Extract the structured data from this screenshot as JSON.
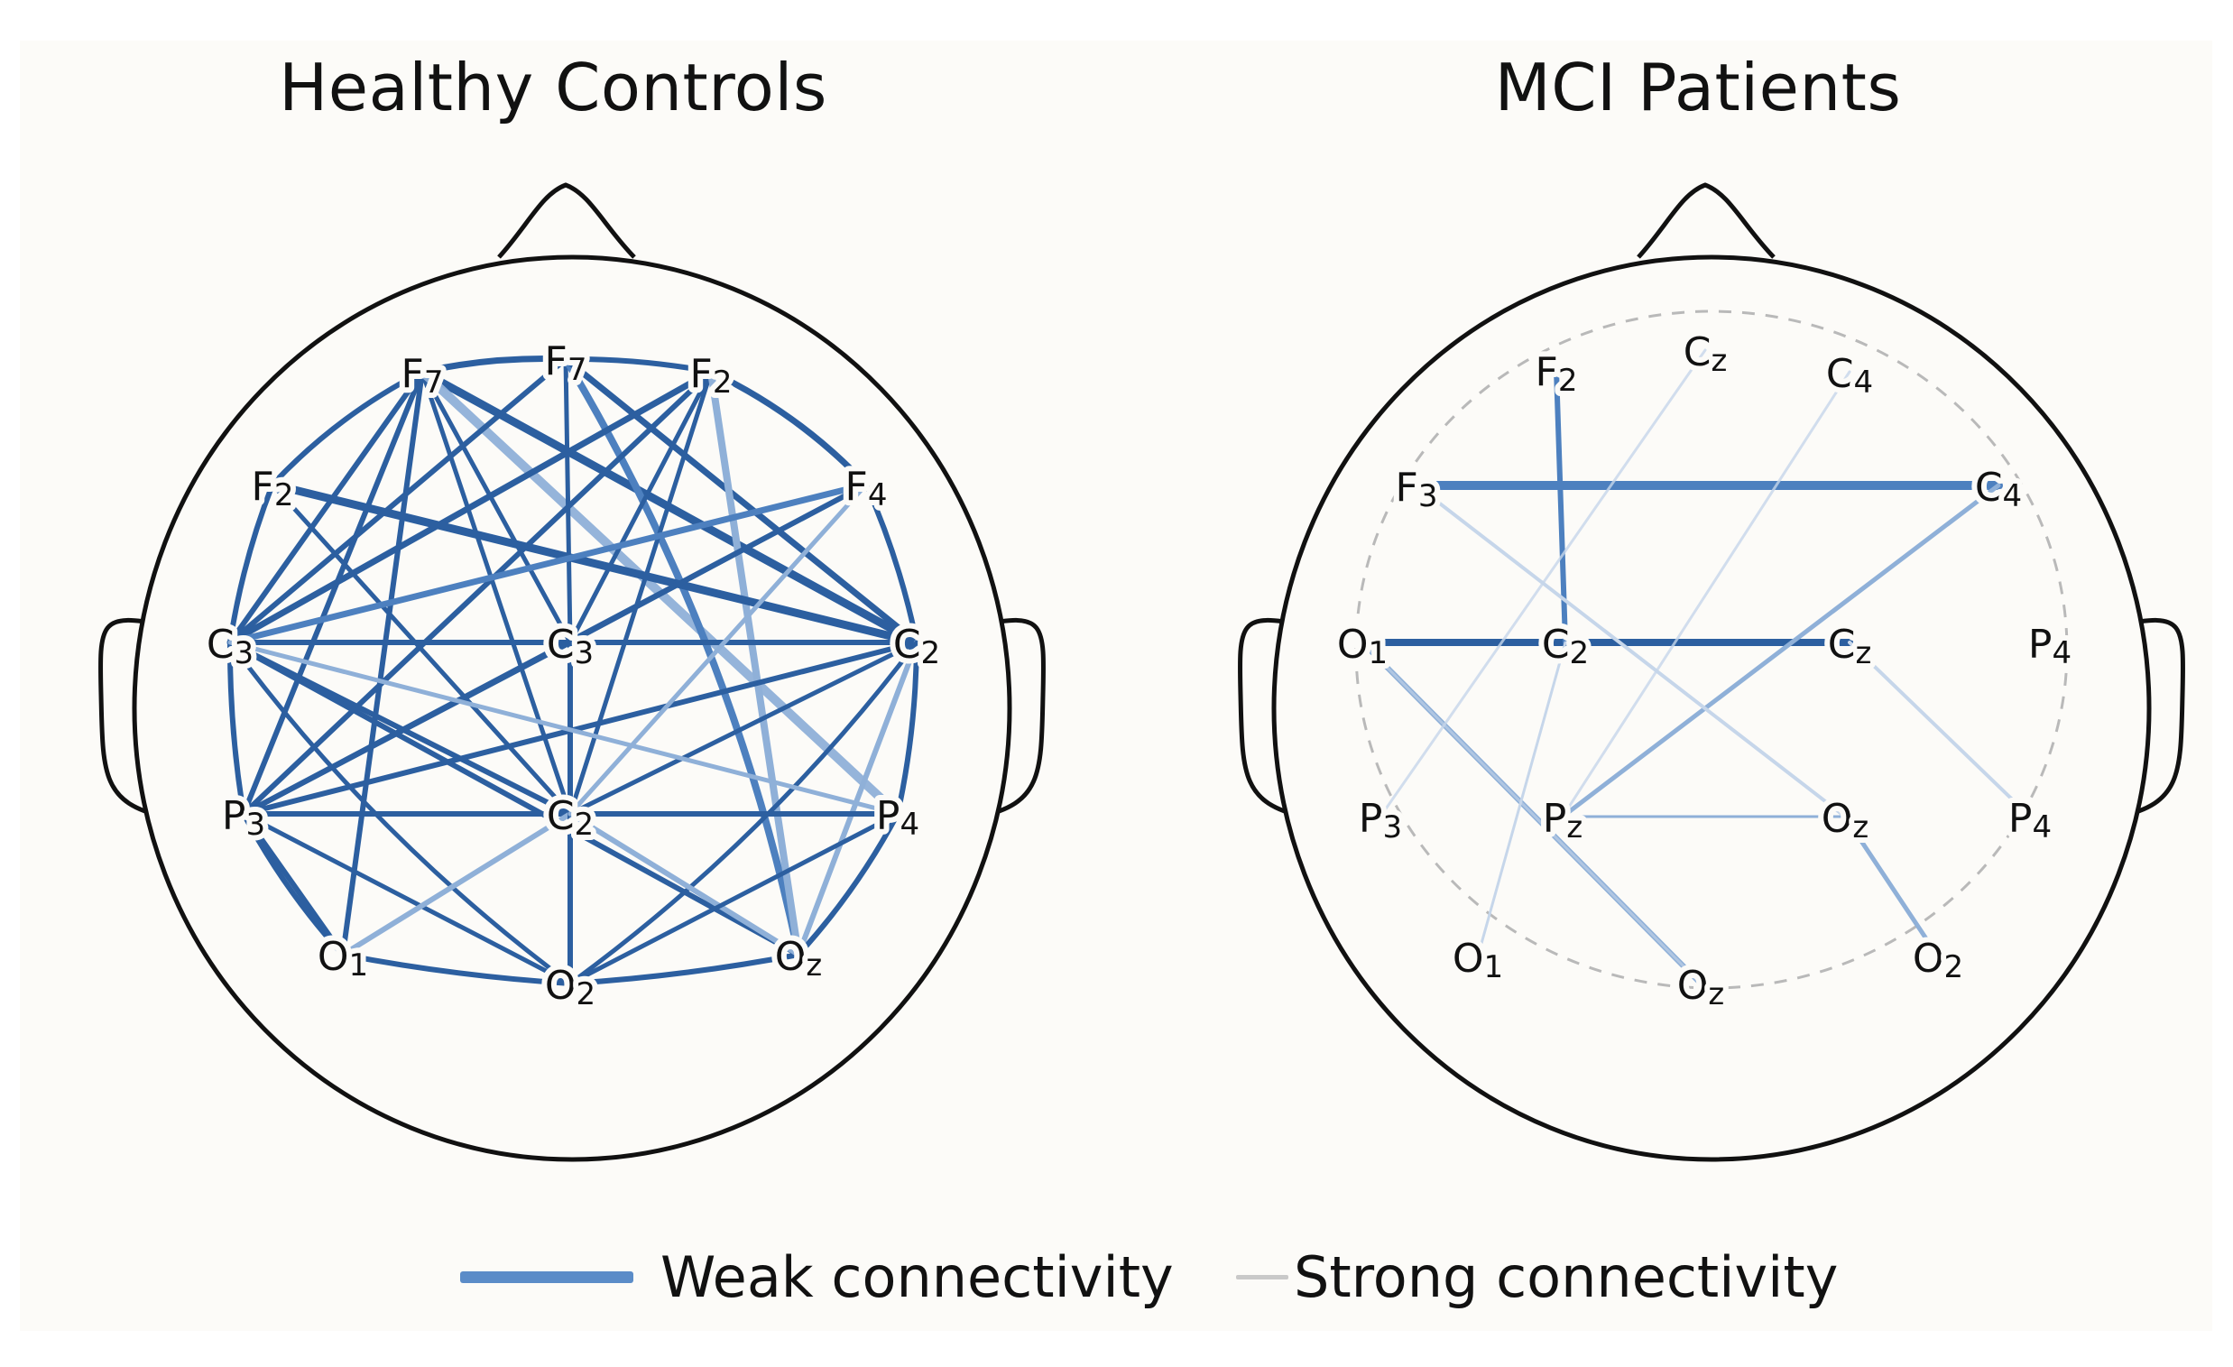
{
  "panels": {
    "left": {
      "title": "Healthy Controls",
      "electrodes": {
        "fa": {
          "name": "F",
          "sub": "7"
        },
        "fb": {
          "name": "F",
          "sub": "7"
        },
        "fc": {
          "name": "F",
          "sub": "2"
        },
        "fd": {
          "name": "F",
          "sub": "2"
        },
        "fe": {
          "name": "F",
          "sub": "4"
        },
        "ca": {
          "name": "C",
          "sub": "3"
        },
        "cb": {
          "name": "C",
          "sub": "3"
        },
        "cc": {
          "name": "C",
          "sub": "2"
        },
        "pa": {
          "name": "P",
          "sub": "3"
        },
        "pb": {
          "name": "C",
          "sub": "2"
        },
        "pc": {
          "name": "P",
          "sub": "4"
        },
        "oa": {
          "name": "O",
          "sub": "1"
        },
        "ob": {
          "name": "O",
          "sub": "2"
        },
        "oc": {
          "name": "O",
          "sub": "z"
        }
      }
    },
    "right": {
      "title": "MCI Patients",
      "electrodes": {
        "fa": {
          "name": "F",
          "sub": "2"
        },
        "fb": {
          "name": "C",
          "sub": "z"
        },
        "fc": {
          "name": "C",
          "sub": "4"
        },
        "ma": {
          "name": "F",
          "sub": "3"
        },
        "mb": {
          "name": "C",
          "sub": "4"
        },
        "ca": {
          "name": "O",
          "sub": "1"
        },
        "cb": {
          "name": "C",
          "sub": "2"
        },
        "cc": {
          "name": "C",
          "sub": "z"
        },
        "cd": {
          "name": "P",
          "sub": "4"
        },
        "pa": {
          "name": "P",
          "sub": "3"
        },
        "pb": {
          "name": "P",
          "sub": "z"
        },
        "pc": {
          "name": "O",
          "sub": "z"
        },
        "pd": {
          "name": "P",
          "sub": "4"
        },
        "oa": {
          "name": "O",
          "sub": "1"
        },
        "ob": {
          "name": "O",
          "sub": "z"
        },
        "oc": {
          "name": "O",
          "sub": "2"
        }
      }
    }
  },
  "legend": {
    "weak_label": "Weak connectivity",
    "strong_label": "Strong connectivity"
  },
  "colors": {
    "edge_dark": "#2c5fa0",
    "edge_mid": "#4d80bf",
    "edge_light": "#8fb0d8",
    "edge_faint": "#c6d6ea",
    "head_outline": "#111111",
    "guide_dashed": "#b9b9b9",
    "legend_weak_swatch": "#5b8cc8",
    "legend_strong_swatch": "#c9c9c9",
    "background": "#fcfbf8"
  }
}
